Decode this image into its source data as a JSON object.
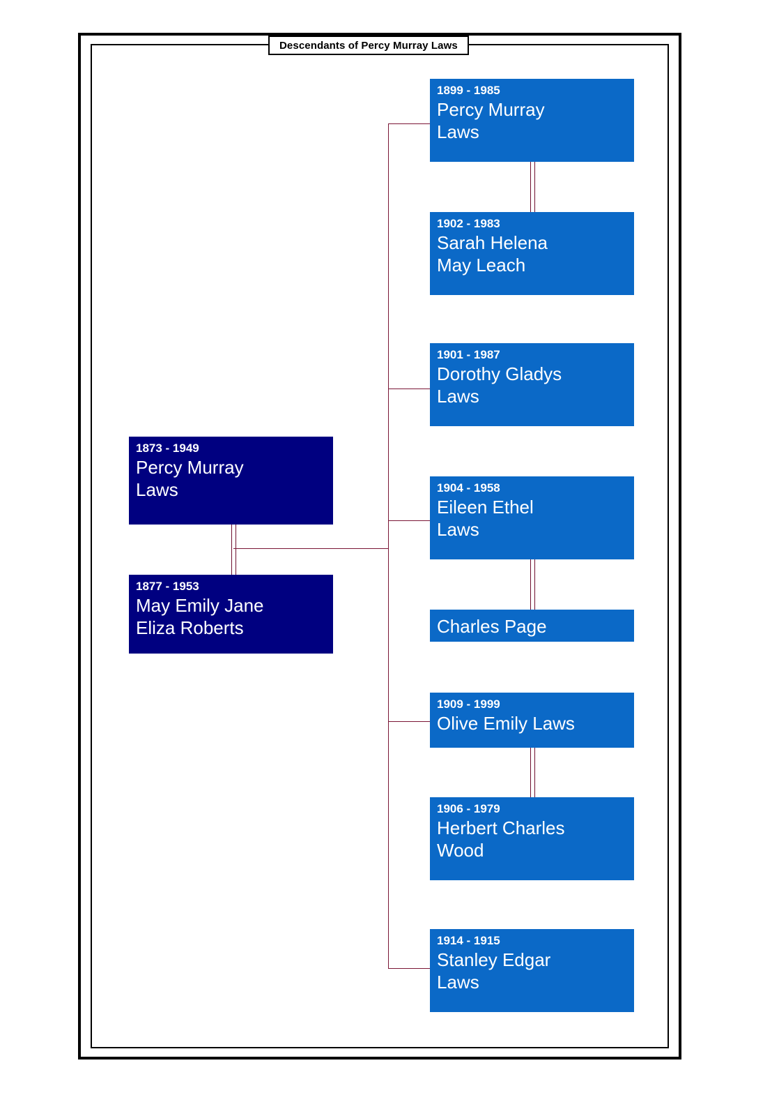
{
  "document": {
    "title": "Descendants of Percy Murray Laws"
  },
  "colors": {
    "root_box": "#000080",
    "descendant_box": "#0b69c7",
    "connector_line": "#7a1535",
    "frame": "#000000",
    "box_text": "#ffffff",
    "page_background": "#ffffff"
  },
  "people": {
    "root_father": {
      "dates": "1873 - 1949",
      "name_line1": "Percy Murray",
      "name_line2": "Laws"
    },
    "root_mother": {
      "dates": "1877 - 1953",
      "name_line1": "May Emily Jane",
      "name_line2": "Eliza Roberts"
    },
    "child1": {
      "dates": "1899 - 1985",
      "name_line1": "Percy Murray",
      "name_line2": "Laws"
    },
    "child1_spouse": {
      "dates": "1902 - 1983",
      "name_line1": "Sarah Helena",
      "name_line2": "May Leach"
    },
    "child2": {
      "dates": "1901 - 1987",
      "name_line1": "Dorothy Gladys",
      "name_line2": "Laws"
    },
    "child3": {
      "dates": "1904 - 1958",
      "name_line1": "Eileen Ethel",
      "name_line2": "Laws"
    },
    "child3_spouse": {
      "dates": "",
      "name_line1": "Charles Page",
      "name_line2": ""
    },
    "child4": {
      "dates": "1909 - 1999",
      "name_line1": "Olive Emily Laws",
      "name_line2": ""
    },
    "child4_spouse": {
      "dates": "1906 - 1979",
      "name_line1": "Herbert Charles",
      "name_line2": "Wood"
    },
    "child5": {
      "dates": "1914 - 1915",
      "name_line1": "Stanley Edgar",
      "name_line2": "Laws"
    }
  }
}
